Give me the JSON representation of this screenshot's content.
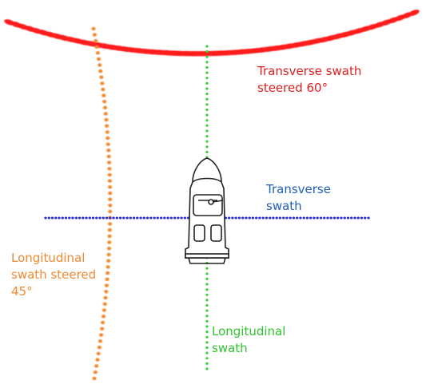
{
  "colors": {
    "transverse_steered": "#ff1a1a",
    "transverse": "#2b2bd6",
    "longitudinal_steered": "#f28a2e",
    "longitudinal": "#2fd42f",
    "label_red": "#e02020",
    "label_blue": "#1f5fb5",
    "label_orange": "#ef8a33",
    "label_green": "#2fc42f",
    "vessel_stroke": "#222222"
  },
  "labels": {
    "transverse_steered": [
      "Transverse swath",
      "steered 60°"
    ],
    "transverse": [
      "Transverse",
      "swath"
    ],
    "longitudinal_steered": [
      "Longitudinal",
      "swath steered",
      "45°"
    ],
    "longitudinal": [
      "Longitudinal",
      "swath"
    ]
  },
  "icons": {
    "vessel": "survey-vessel-icon"
  }
}
